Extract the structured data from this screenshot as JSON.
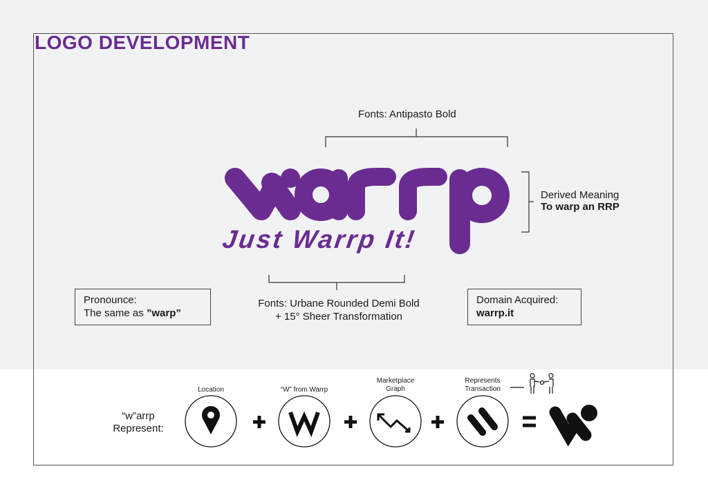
{
  "title": "LOGO DEVELOPMENT",
  "brand_color": "#6a2c91",
  "logo": {
    "wordmark": "warrp",
    "tagline": "Just Warrp It!"
  },
  "annotations": {
    "fonts_top": "Fonts: Antipasto Bold",
    "fonts_bottom_line1": "Fonts: Urbane Rounded Demi Bold",
    "fonts_bottom_line2": "+ 15° Sheer Transformation",
    "meaning_label": "Derived Meaning",
    "meaning_value": "To warp an RRP",
    "pronounce_label": "Pronounce:",
    "pronounce_prefix": "The same as ",
    "pronounce_value": "”warp”",
    "domain_label": "Domain Acquired:",
    "domain_value": "warrp.it"
  },
  "represent": {
    "label_line1": "“w”arrp",
    "label_line2": "Represent:",
    "items": [
      {
        "label": "Location",
        "icon": "location-pin-icon"
      },
      {
        "label": "“W” from Warrp",
        "icon": "w-letter-icon"
      },
      {
        "label_line1": "Marketplace",
        "label_line2": "Graph",
        "icon": "graph-arrow-icon"
      },
      {
        "label_line1": "Represents",
        "label_line2": "Transaction",
        "icon": "transaction-stripes-icon"
      }
    ],
    "plus": "+",
    "equals": "="
  }
}
